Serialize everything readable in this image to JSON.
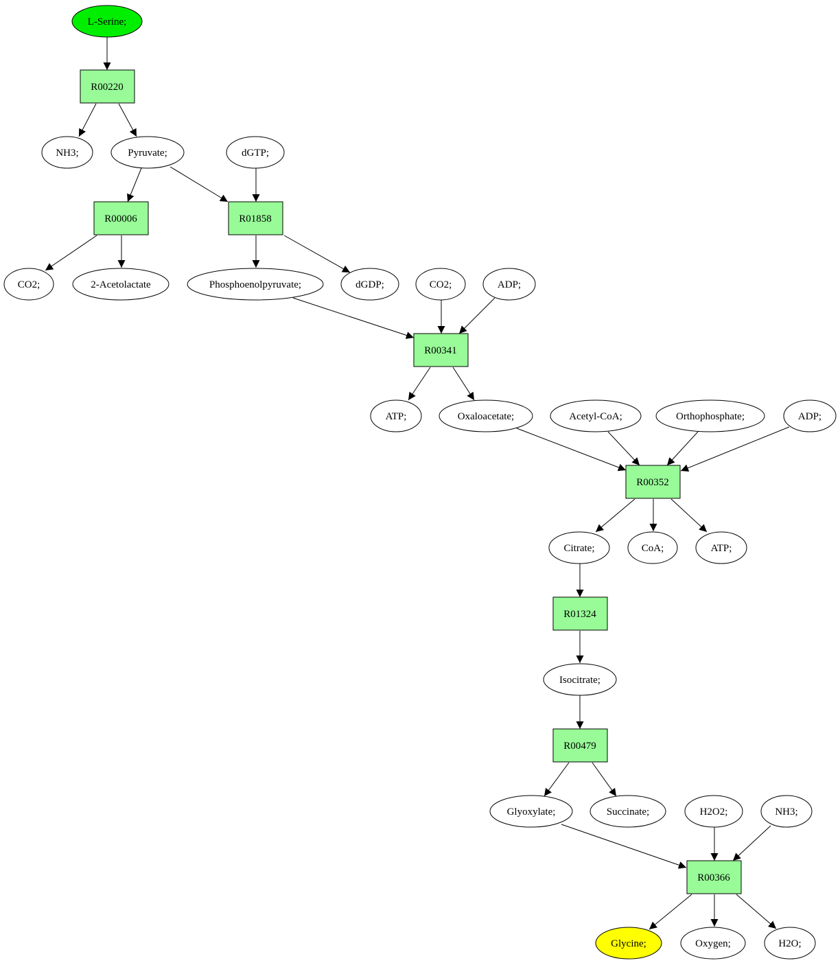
{
  "colors": {
    "source_node": "#00ee00",
    "target_node": "#ffff00",
    "reaction_node": "#98fb98",
    "compound_node": "#ffffff",
    "stroke": "#000000"
  },
  "compounds": {
    "l_serine": "L-Serine;",
    "nh3_a": "NH3;",
    "pyruvate": "Pyruvate;",
    "dgtp": "dGTP;",
    "co2_a": "CO2;",
    "acetolactate": "2-Acetolactate",
    "pep": "Phosphoenolpyruvate;",
    "dgdp": "dGDP;",
    "co2_b": "CO2;",
    "adp_a": "ADP;",
    "atp_a": "ATP;",
    "oxaloacetate": "Oxaloacetate;",
    "acetyl_coa": "Acetyl-CoA;",
    "orthophosphate": "Orthophosphate;",
    "adp_b": "ADP;",
    "citrate": "Citrate;",
    "coa": "CoA;",
    "atp_b": "ATP;",
    "isocitrate": "Isocitrate;",
    "glyoxylate": "Glyoxylate;",
    "succinate": "Succinate;",
    "h2o2": "H2O2;",
    "nh3_b": "NH3;",
    "glycine": "Glycine;",
    "oxygen": "Oxygen;",
    "h2o": "H2O;"
  },
  "reactions": {
    "r00220": "R00220",
    "r00006": "R00006",
    "r01858": "R01858",
    "r00341": "R00341",
    "r00352": "R00352",
    "r01324": "R01324",
    "r00479": "R00479",
    "r00366": "R00366"
  }
}
